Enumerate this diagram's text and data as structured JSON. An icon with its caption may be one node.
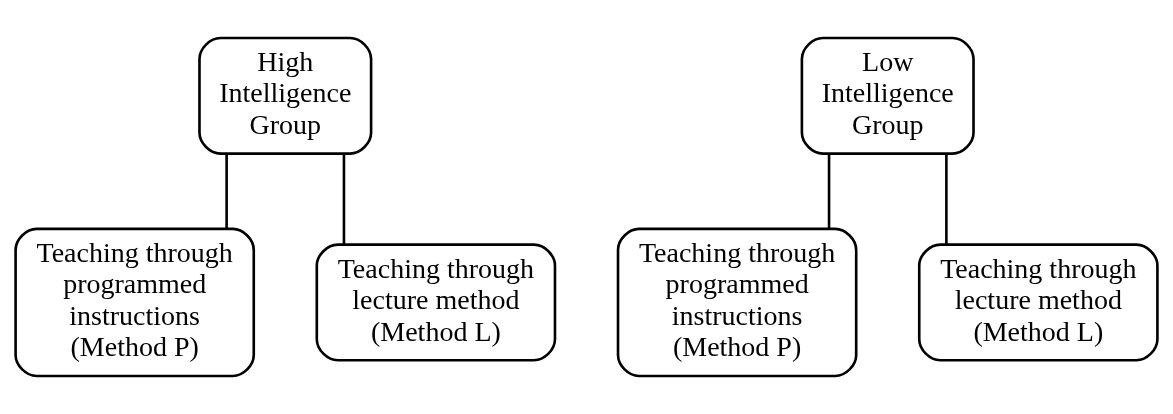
{
  "diagram": {
    "nodes": [
      {
        "text": [
          "High Intelligence Group"
        ]
      },
      {
        "text": [
          "Teaching through programmed instructions (Method P)"
        ]
      },
      {
        "text": [
          "Teaching through lecture method (Method L)"
        ]
      },
      {
        "text": [
          "Low Intelligence Group"
        ]
      },
      {
        "text": [
          "Teaching through programmed instructions (Method P)"
        ]
      },
      {
        "text": [
          "Teaching through lecture method (Method L)"
        ]
      }
    ],
    "edges": [
      {
        "from": 0,
        "to": 1,
        "arrow": "none"
      },
      {
        "from": 0,
        "to": 2,
        "arrow": "none"
      },
      {
        "from": 3,
        "to": 4,
        "arrow": "none"
      },
      {
        "from": 3,
        "to": 5,
        "arrow": "none"
      }
    ]
  }
}
